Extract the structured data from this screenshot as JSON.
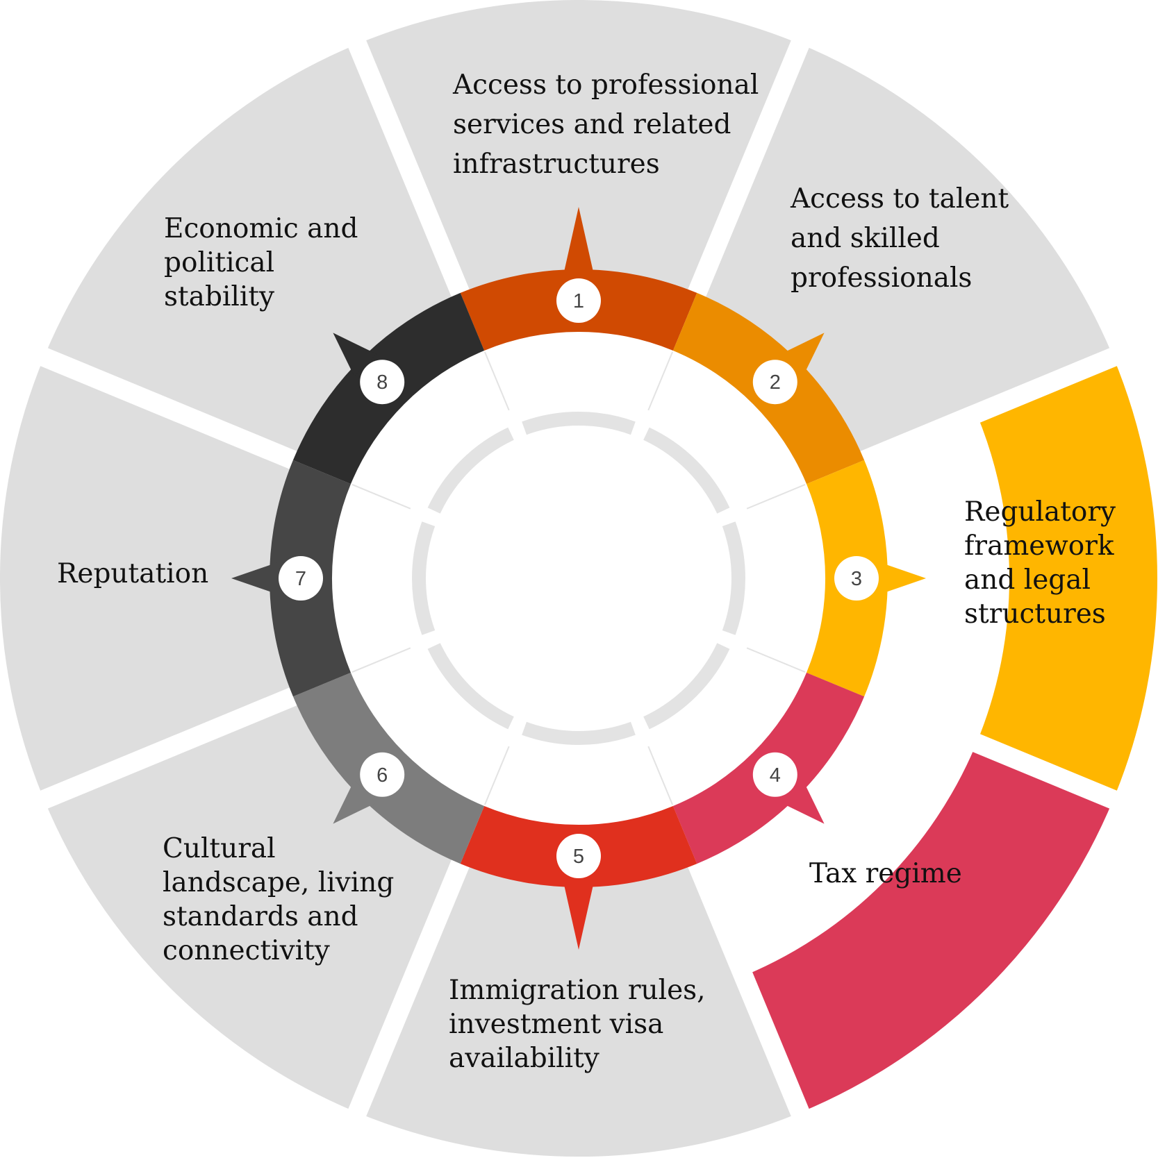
{
  "diagram": {
    "items": [
      {
        "number": "1",
        "label": "Access to professional\nservices and related\ninfrastructures",
        "color": "#D04A02",
        "highlighted": false
      },
      {
        "number": "2",
        "label": "Access to talent\nand skilled\nprofessionals",
        "color": "#EB8C00",
        "highlighted": false
      },
      {
        "number": "3",
        "label": "Regulatory\nframework\nand legal\nstructures",
        "color": "#FFB600",
        "highlighted": true
      },
      {
        "number": "4",
        "label": "Tax regime",
        "color": "#DB3A58",
        "highlighted": true
      },
      {
        "number": "5",
        "label": "Immigration rules,\ninvestment visa\navailability",
        "color": "#E0301E",
        "highlighted": false
      },
      {
        "number": "6",
        "label": "Cultural\nlandscape, living\nstandards and\nconnectivity",
        "color": "#7D7D7D",
        "highlighted": false
      },
      {
        "number": "7",
        "label": "Reputation",
        "color": "#464646",
        "highlighted": false
      },
      {
        "number": "8",
        "label": "Economic and\npolitical\nstability",
        "color": "#2D2D2D",
        "highlighted": false
      }
    ],
    "colors": {
      "segment_default": "#DEDEDE",
      "inner_ring": "#E3E3E3",
      "badge": "#FFFFFF"
    }
  }
}
